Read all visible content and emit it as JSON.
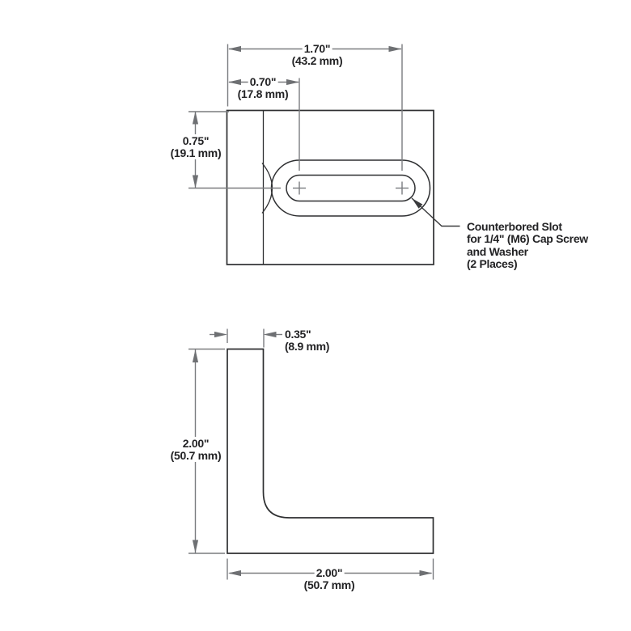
{
  "title": "L-bracket mechanical drawing",
  "colors": {
    "background": "#ffffff",
    "part_outline": "#2e2f31",
    "dimension_lines": "#7a7c7f",
    "text": "#232325"
  },
  "top_view": {
    "dim_width": {
      "in": "1.70\"",
      "mm": "(43.2 mm)"
    },
    "dim_slot_offset": {
      "in": "0.70\"",
      "mm": "(17.8 mm)"
    },
    "dim_center_height": {
      "in": "0.75\"",
      "mm": "(19.1 mm)"
    }
  },
  "side_view": {
    "dim_thickness": {
      "in": "0.35\"",
      "mm": "(8.9 mm)"
    },
    "dim_height": {
      "in": "2.00\"",
      "mm": "(50.7 mm)"
    },
    "dim_width": {
      "in": "2.00\"",
      "mm": "(50.7 mm)"
    }
  },
  "callout": {
    "line1": "Counterbored Slot",
    "line2": "for 1/4\" (M6) Cap Screw",
    "line3": "and Washer",
    "line4": "(2 Places)"
  }
}
